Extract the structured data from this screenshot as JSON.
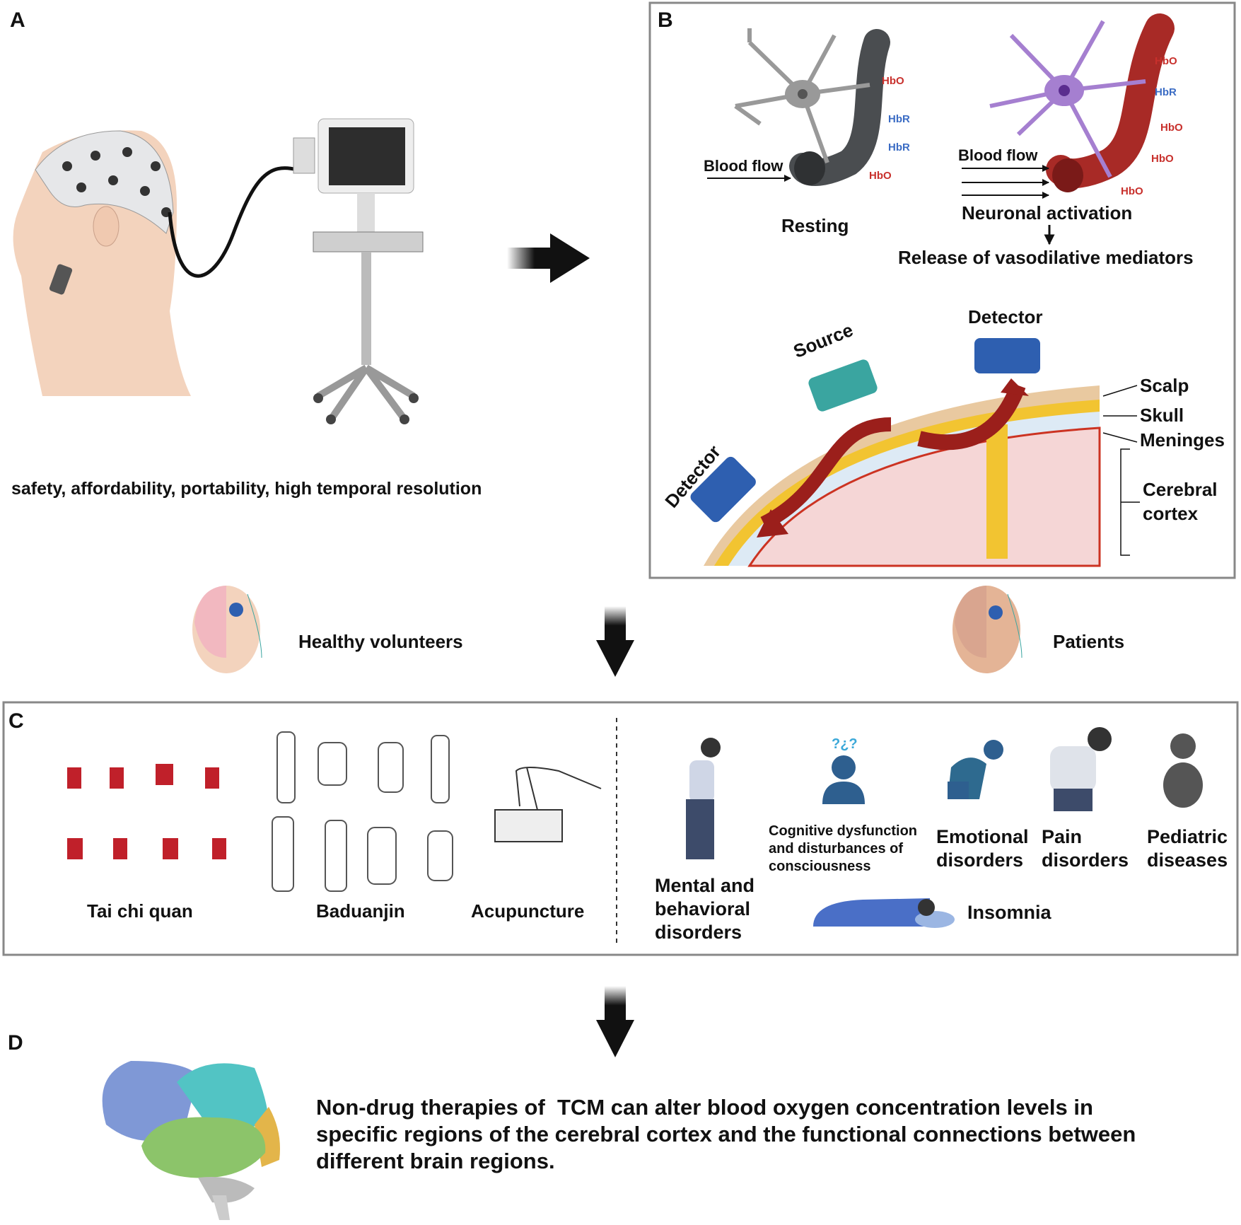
{
  "panels": {
    "a": {
      "label": "A",
      "caption": "safety, affordability, portability, high temporal resolution"
    },
    "b": {
      "label": "B",
      "resting": {
        "blood_flow": "Blood flow",
        "hb_labels": [
          "HbO",
          "HbR",
          "HbR",
          "HbO"
        ],
        "title": "Resting"
      },
      "activation": {
        "blood_flow": "Blood flow",
        "hb_labels": [
          "HbO",
          "HbR",
          "HbO",
          "HbO",
          "HbO"
        ],
        "title": "Neuronal activation",
        "result": "Release of vasodilative mediators"
      },
      "optode_labels": {
        "source": "Source",
        "detector_top": "Detector",
        "detector_left": "Detector"
      },
      "layers": [
        "Scalp",
        "Skull",
        "Meninges"
      ],
      "cortex_label": [
        "Cerebral",
        "cortex"
      ]
    },
    "groups": {
      "healthy": "Healthy volunteers",
      "patients": "Patients"
    },
    "c": {
      "label": "C",
      "therapies": [
        "Tai chi quan",
        "Baduanjin",
        "Acupuncture"
      ],
      "conditions": {
        "mental": [
          "Mental and",
          "behavioral",
          "disorders"
        ],
        "cognitive": [
          "Cognitive dysfunction",
          "and disturbances of",
          "consciousness"
        ],
        "emotional": [
          "Emotional",
          "disorders"
        ],
        "pain": [
          "Pain",
          "disorders"
        ],
        "pediatric": [
          "Pediatric",
          "diseases"
        ],
        "insomnia": "Insomnia"
      }
    },
    "d": {
      "label": "D",
      "conclusion": [
        "Non-drug therapies of  TCM can alter blood oxygen concentration levels in",
        "specific regions of the cerebral cortex and the functional connections between",
        "different brain regions."
      ]
    }
  },
  "colors": {
    "hbo": "#c8302c",
    "hbr": "#3b6cc4",
    "vessel_active": "#a82a26",
    "vessel_rest": "#4a4d50",
    "neuron_active": "#a57fd0",
    "optode_detector": "#2e5fb0",
    "optode_source": "#3aa5a0",
    "tai_chi_red": "#c0202a"
  }
}
